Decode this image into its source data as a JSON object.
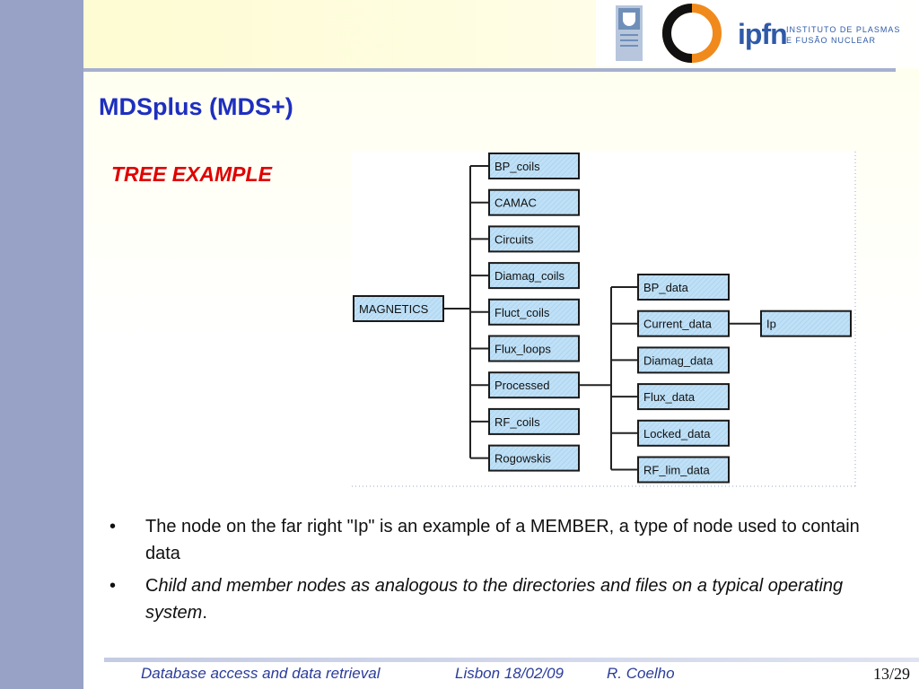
{
  "slide": {
    "title": "MDSplus (MDS+)",
    "subtitle": "TREE EXAMPLE"
  },
  "logos": {
    "ist_icon": "ist-shield-logo",
    "ring_icon": "ipfn-ring-logo",
    "ipfn_name": "ipfn",
    "ipfn_line1": "INSTITUTO DE PLASMAS",
    "ipfn_line2": "E FUSÃO NUCLEAR",
    "brand_blue": "#2e5aa8",
    "brand_orange": "#f08a1c"
  },
  "tree": {
    "root": "MAGNETICS",
    "children": [
      "BP_coils",
      "CAMAC",
      "Circuits",
      "Diamag_coils",
      "Fluct_coils",
      "Flux_loops",
      "Processed",
      "RF_coils",
      "Rogowskis"
    ],
    "processed_children": [
      "BP_data",
      "Current_data",
      "Diamag_data",
      "Flux_data",
      "Locked_data",
      "RF_lim_data"
    ],
    "member": "Ip",
    "node_fill": "#b8dcf4",
    "node_border": "#1a1a1a"
  },
  "bullets": [
    {
      "mark": "•",
      "text": "The node on the far right \"Ip\" is an example of a MEMBER, a type of node used to contain data"
    },
    {
      "mark": "•",
      "lead": "C",
      "rest": "hild and member nodes as analogous to the directories and files on a typical operating system",
      "end": "."
    }
  ],
  "footer": {
    "talk": "Database access and data retrieval",
    "location_date": "Lisbon 18/02/09",
    "author": "R. Coelho",
    "page": "13/29"
  }
}
